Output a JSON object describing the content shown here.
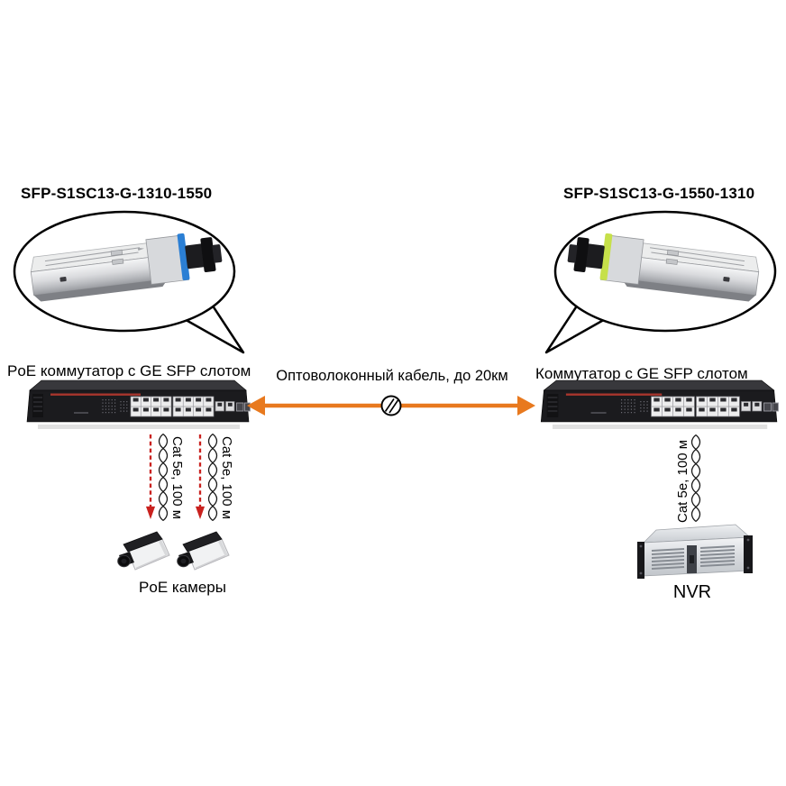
{
  "diagram_title": "PoE camera to NVR over single-fiber SFP link",
  "colors": {
    "arrow_orange": "#E8791E",
    "cable_red": "#C9211E",
    "bubble_border": "#000000",
    "sfp_band_left": "#2B7FD4",
    "sfp_band_right": "#C6E04A",
    "switch_body": "#1B1B1E",
    "nvr_silver": "#D9DCE0"
  },
  "sfp_modules": {
    "left": {
      "label": "SFP-S1SC13-G-1310-1550"
    },
    "right": {
      "label": "SFP-S1SC13-G-1550-1310"
    }
  },
  "switches": {
    "left": {
      "label": "PoE коммутатор с GE SFP слотом"
    },
    "right": {
      "label": "Коммутатор с GE SFP слотом"
    }
  },
  "fiber_link": {
    "label": "Оптоволоконный кабель, до 20км"
  },
  "utp_cables": {
    "left_camera_1": {
      "label": "Cat 5e, 100 м"
    },
    "left_camera_2": {
      "label": "Cat 5e, 100 м"
    },
    "right_nvr": {
      "label": "Cat 5e, 100 м"
    }
  },
  "end_devices": {
    "cameras_label": "PoE камеры",
    "nvr_label": "NVR"
  }
}
